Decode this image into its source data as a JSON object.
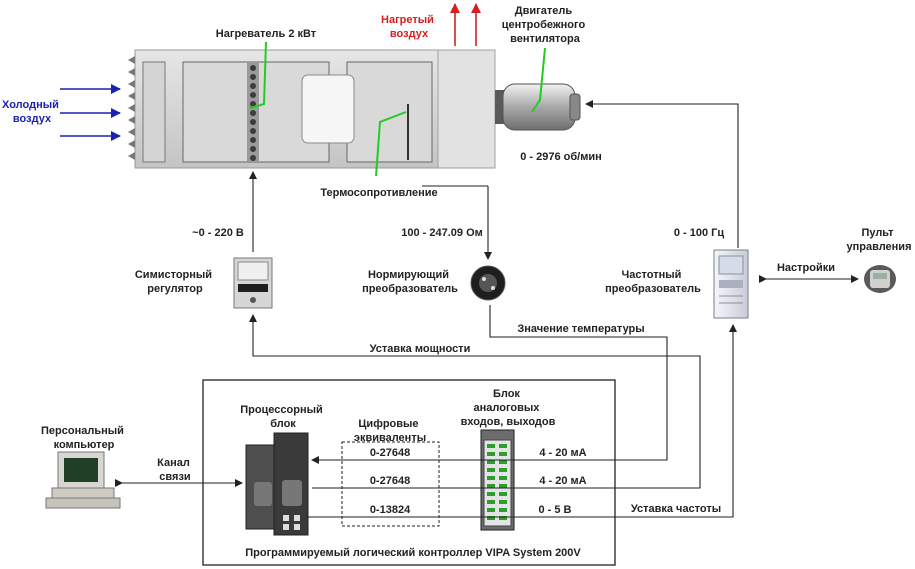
{
  "colors": {
    "cold_air": "#1a22b0",
    "hot_air": "#d42020",
    "pointer": "#22cc22",
    "wire": "#222222"
  },
  "labels": {
    "cold_air": [
      "Холодный",
      "воздух"
    ],
    "heater": "Нагреватель 2 кВт",
    "hot_air": [
      "Нагретый",
      "воздух"
    ],
    "fan_motor": [
      "Двигатель",
      "центробежного",
      "вентилятора"
    ],
    "rpm": "0 - 2976 об/мин",
    "thermoresistor": "Термосопротивление",
    "voltage": "~0 - 220 В",
    "resistance": "100 - 247.09 Ом",
    "frequency": "0 - 100 Гц",
    "triac": [
      "Симисторный",
      "регулятор"
    ],
    "normalizer": [
      "Нормирующий",
      "преобразователь"
    ],
    "vfd": [
      "Частотный",
      "преобразователь"
    ],
    "settings": "Настройки",
    "remote": [
      "Пульт",
      "управления"
    ],
    "temp_value": "Значение температуры",
    "power_setpoint": "Уставка мощности",
    "pc": [
      "Персональный",
      "компьютер"
    ],
    "comm_channel": [
      "Канал",
      "связи"
    ],
    "cpu": [
      "Процессорный",
      "блок"
    ],
    "digital_eq": [
      "Цифровые",
      "эквиваленты"
    ],
    "aio": [
      "Блок",
      "аналоговых",
      "входов, выходов"
    ],
    "digital_values": [
      "0-27648",
      "0-27648",
      "0-13824"
    ],
    "signal_values": [
      "4 - 20 мА",
      "4 - 20 мА",
      "0 - 5 В"
    ],
    "freq_setpoint": "Уставка частоты",
    "plc": "Программируемый логический контроллер VIPA System 200V"
  }
}
